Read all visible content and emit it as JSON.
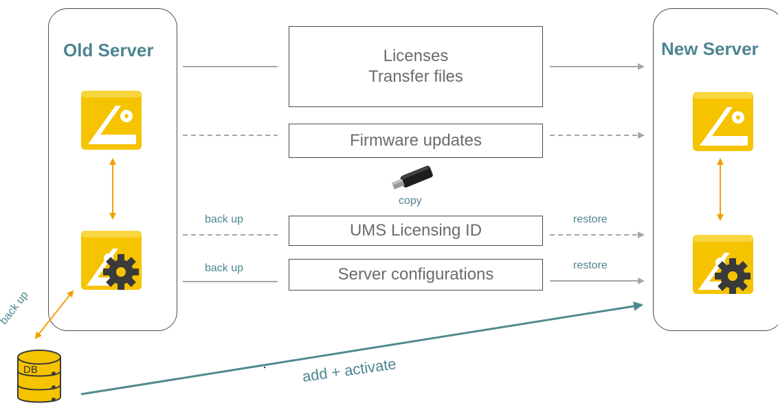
{
  "old_server": {
    "title": "Old Server"
  },
  "new_server": {
    "title": "New Server"
  },
  "boxes": {
    "licenses_line1": "Licenses",
    "licenses_line2": "Transfer files",
    "firmware": "Firmware updates",
    "licensing_id": "UMS Licensing ID",
    "server_config": "Server configurations"
  },
  "labels": {
    "copy": "copy",
    "backup_id": "back up",
    "restore_id": "restore",
    "backup_config": "back up",
    "restore_config": "restore",
    "backup_db": "back up",
    "add_activate": "add + activate",
    "db": "DB"
  },
  "colors": {
    "accent_teal": "#4d8590",
    "arrow_orange": "#f0a000",
    "icon_yellow": "#f5c300",
    "line_grey": "#a6a6a6",
    "long_arrow": "#4f8a91"
  }
}
